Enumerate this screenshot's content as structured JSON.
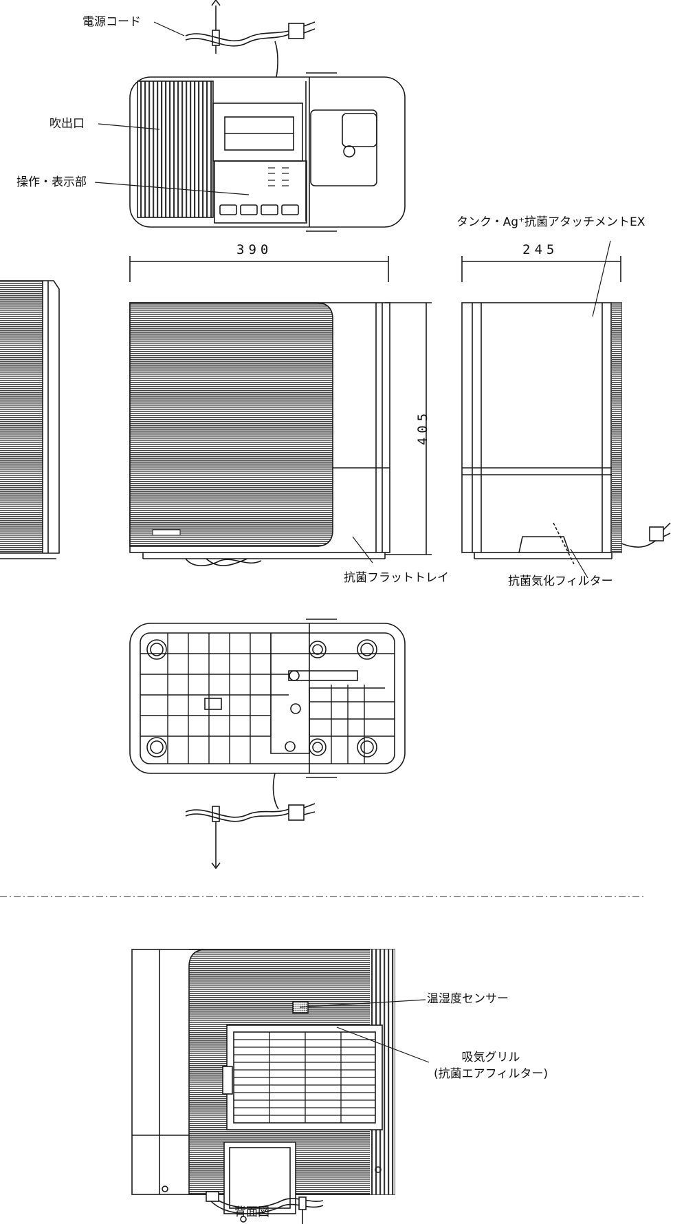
{
  "labels": {
    "power_cord": "電源コード",
    "outlet": "吹出口",
    "control_panel": "操作・表示部",
    "tank": "タンク・Ag⁺抗菌アタッチメントEX",
    "flat_tray": "抗菌フラットトレイ",
    "vaporizing_filter": "抗菌気化フィルター",
    "temp_humidity_sensor": "温湿度センサー",
    "intake_grille": "吸気グリル",
    "intake_grille_sub": "(抗菌エアフィルター)",
    "rear_view": "背面図"
  },
  "dimensions": {
    "width": "390",
    "depth": "245",
    "height": "405"
  },
  "colors": {
    "line": "#1a1a1a",
    "grille_dark": "#6a6a6a",
    "panel_fill": "#8c8c8c",
    "light_fill": "#ffffff"
  }
}
